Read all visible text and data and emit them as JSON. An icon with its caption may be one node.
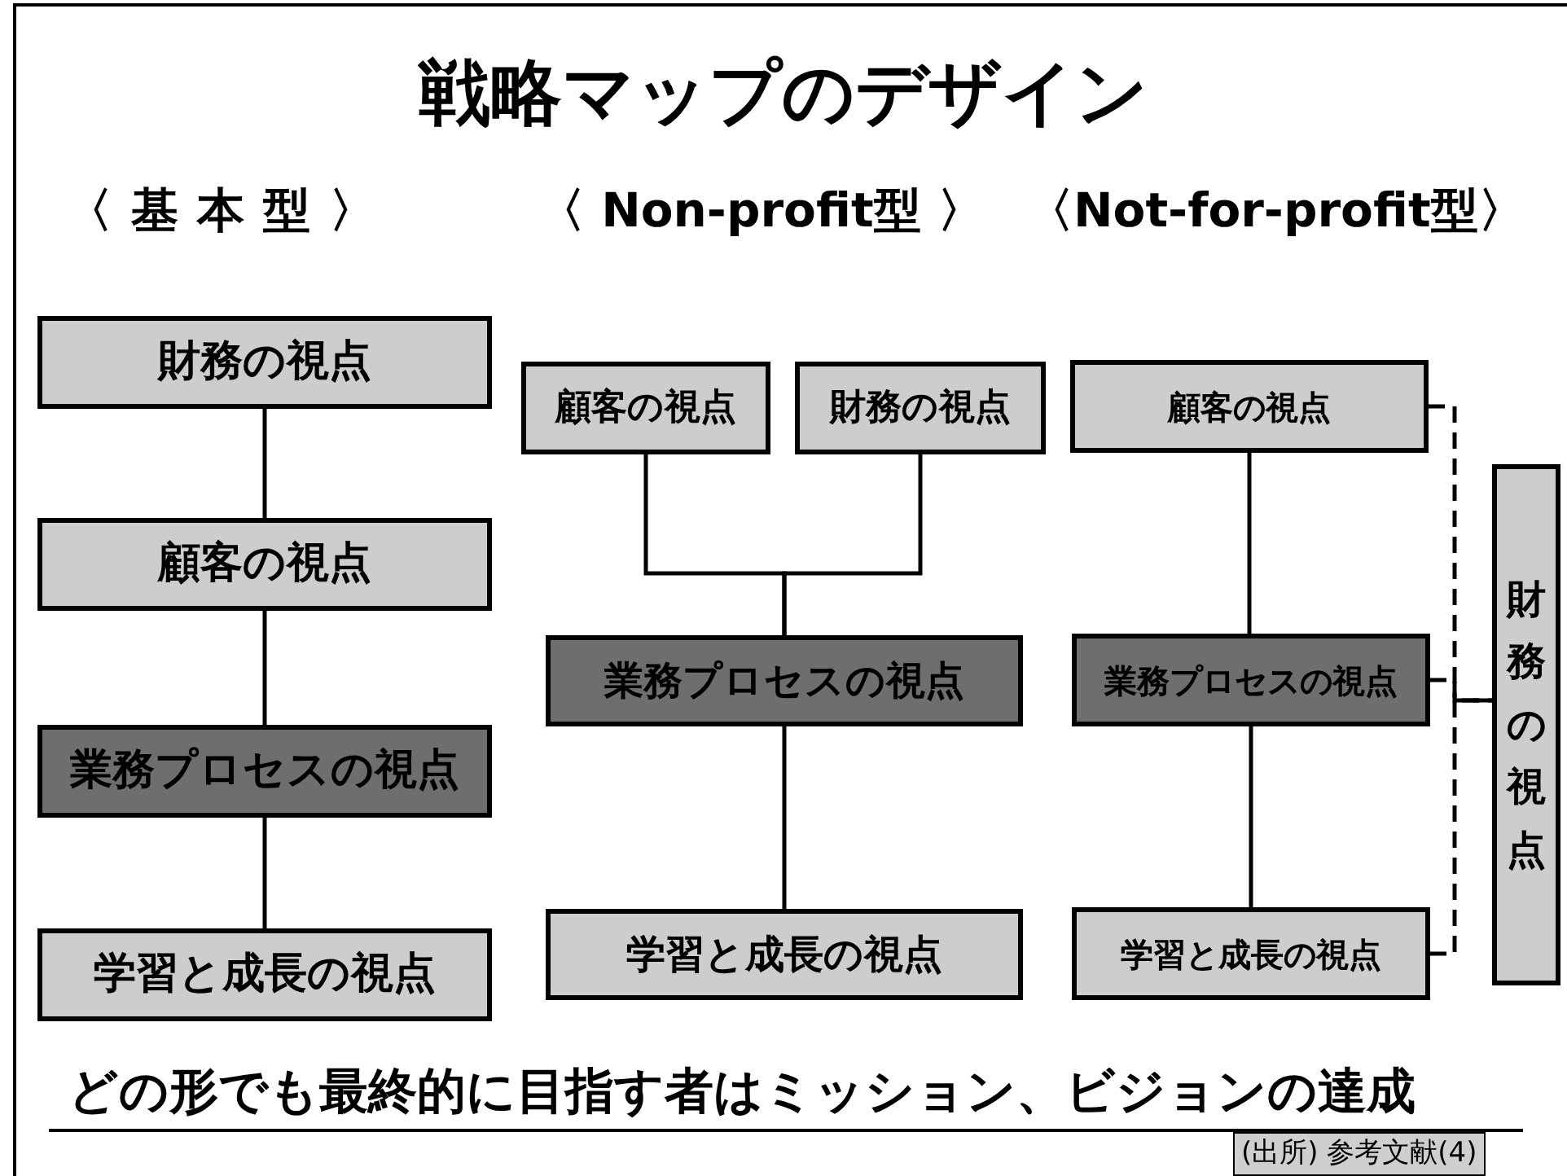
{
  "diagram": {
    "title": "戦略マップのデザイン",
    "nodes": [
      {
        "text": [
          "財務の視点"
        ]
      },
      {
        "text": [
          "顧客の視点"
        ]
      },
      {
        "text": [
          "業務プロセスの視点"
        ]
      },
      {
        "text": [
          "学習と成長の視点"
        ]
      },
      {
        "text": [
          "顧客の視点"
        ]
      },
      {
        "text": [
          "財務の視点"
        ]
      },
      {
        "text": [
          "業務プロセスの視点"
        ]
      },
      {
        "text": [
          "学習と成長の視点"
        ]
      },
      {
        "text": [
          "顧客の視点"
        ]
      },
      {
        "text": [
          "業務プロセスの視点"
        ]
      },
      {
        "text": [
          "学習と成長の視点"
        ]
      },
      {
        "text": [
          "財務の視点"
        ]
      }
    ],
    "edges": [
      {
        "from": 0,
        "to": 1,
        "arrow": "none"
      },
      {
        "from": 1,
        "to": 2,
        "arrow": "none"
      },
      {
        "from": 2,
        "to": 3,
        "arrow": "none"
      },
      {
        "from": 4,
        "to": 6,
        "arrow": "none"
      },
      {
        "from": 5,
        "to": 6,
        "arrow": "none"
      },
      {
        "from": 6,
        "to": 7,
        "arrow": "none"
      },
      {
        "from": 8,
        "to": 9,
        "arrow": "none"
      },
      {
        "from": 9,
        "to": 10,
        "arrow": "none"
      },
      {
        "from": 8,
        "to": 11,
        "arrow": "none",
        "style": "dashed"
      },
      {
        "from": 9,
        "to": 11,
        "arrow": "none",
        "style": "dashed"
      },
      {
        "from": 10,
        "to": 11,
        "arrow": "none",
        "style": "dashed"
      }
    ],
    "labels": [
      "〈 基 本 型 〉",
      "〈 Non-profit型 〉",
      "〈Not-for-profit型〉",
      "どの形でも最終的に目指す者はミッション、ビジョンの達成",
      "(出所) 参考文献(4)"
    ]
  }
}
